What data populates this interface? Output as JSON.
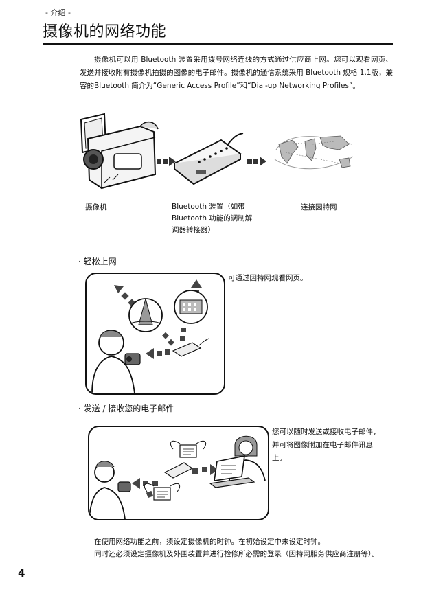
{
  "header": {
    "section": "- 介绍 -",
    "title": "摄像机的网络功能"
  },
  "intro": "摄像机可以用 Bluetooth 装置采用拨号网络连线的方式通过供应商上网。您可以观看网页、发送并接收附有摄像机拍摄的图像的电子邮件。摄像机的通信系统采用 Bluetooth 规格 1.1版，兼容的Bluetooth 简介为“Generic Access Profile”和“Dial-up Networking Profiles”。",
  "diagram": {
    "camcorder_label": "摄像机",
    "device_label_lines": [
      "Bluetooth 装置（如带",
      "Bluetooth  功能的调制解",
      "调器转接器）"
    ],
    "internet_label": "连接因特网"
  },
  "sections": [
    {
      "bullet": "· 轻松上网",
      "description": "可通过因特网观看网页。"
    },
    {
      "bullet": "· 发送 / 接收您的电子邮件",
      "description_lines": [
        "您可以随时发送或接收电子邮件，",
        "并可将图像附加在电子邮件讯息",
        "上。"
      ]
    }
  ],
  "footer": {
    "note1": "在使用网络功能之前，须设定摄像机的时钟。在初始设定中未设定时钟。",
    "note2": "同时还必须设定摄像机及外围装置并进行检修所必需的登录（因特网服务供应商注册等）。",
    "page_number": "4"
  },
  "colors": {
    "ink": "#111111",
    "accent_grey": "#555555",
    "light_grey": "#bdbdbd"
  }
}
